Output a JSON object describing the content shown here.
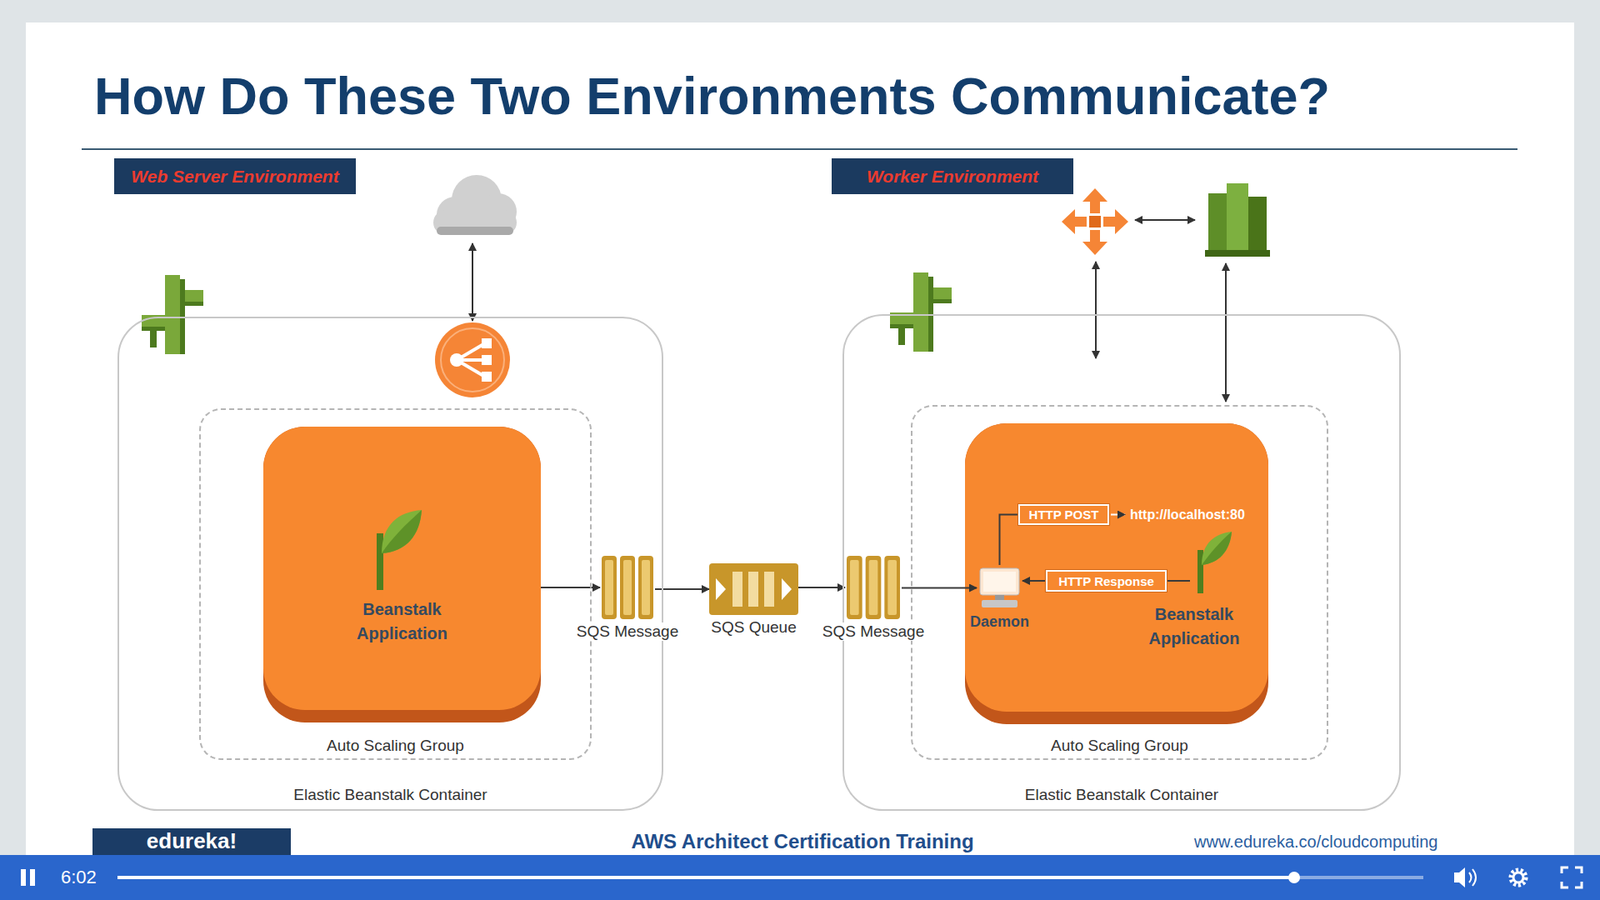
{
  "diagram": {
    "title": "How Do These Two Environments Communicate?",
    "nodes": [
      {
        "text": [
          "Web Server Environment"
        ]
      },
      {
        "text": [
          "Worker Environment"
        ]
      },
      {
        "text": [
          "Elastic Beanstalk Container"
        ]
      },
      {
        "text": [
          "Auto Scaling Group"
        ],
        "in": 2
      },
      {
        "text": [
          "Beanstalk Application"
        ],
        "in": 3
      },
      {
        "text": [
          "SQS Message"
        ]
      },
      {
        "text": [
          "SQS Queue"
        ]
      },
      {
        "text": [
          "SQS Message"
        ]
      },
      {
        "text": [
          "Elastic Beanstalk Container"
        ]
      },
      {
        "text": [
          "Auto Scaling Group"
        ],
        "in": 8
      },
      {
        "text": [
          "Beanstalk Application"
        ],
        "in": 9
      },
      {
        "text": [
          "Daemon"
        ],
        "in": 10
      },
      {
        "text": [
          "HTTP POST"
        ],
        "in": 10
      },
      {
        "text": [
          "HTTP Response"
        ],
        "in": 10
      }
    ],
    "edges": [
      {
        "from": 4,
        "to": 5,
        "arrow": "to"
      },
      {
        "from": 5,
        "to": 6,
        "arrow": "to"
      },
      {
        "from": 6,
        "to": 7,
        "arrow": "to"
      },
      {
        "from": 7,
        "to": 11,
        "arrow": "to"
      },
      {
        "from": 11,
        "to": 12,
        "arrow": "none"
      },
      {
        "from": 13,
        "to": 11,
        "arrow": "to"
      }
    ],
    "labels": [
      "http://localhost:80",
      "edureka!",
      "AWS Architect Certification Training",
      "www.edureka.co/cloudcomputing",
      "6:02"
    ]
  }
}
